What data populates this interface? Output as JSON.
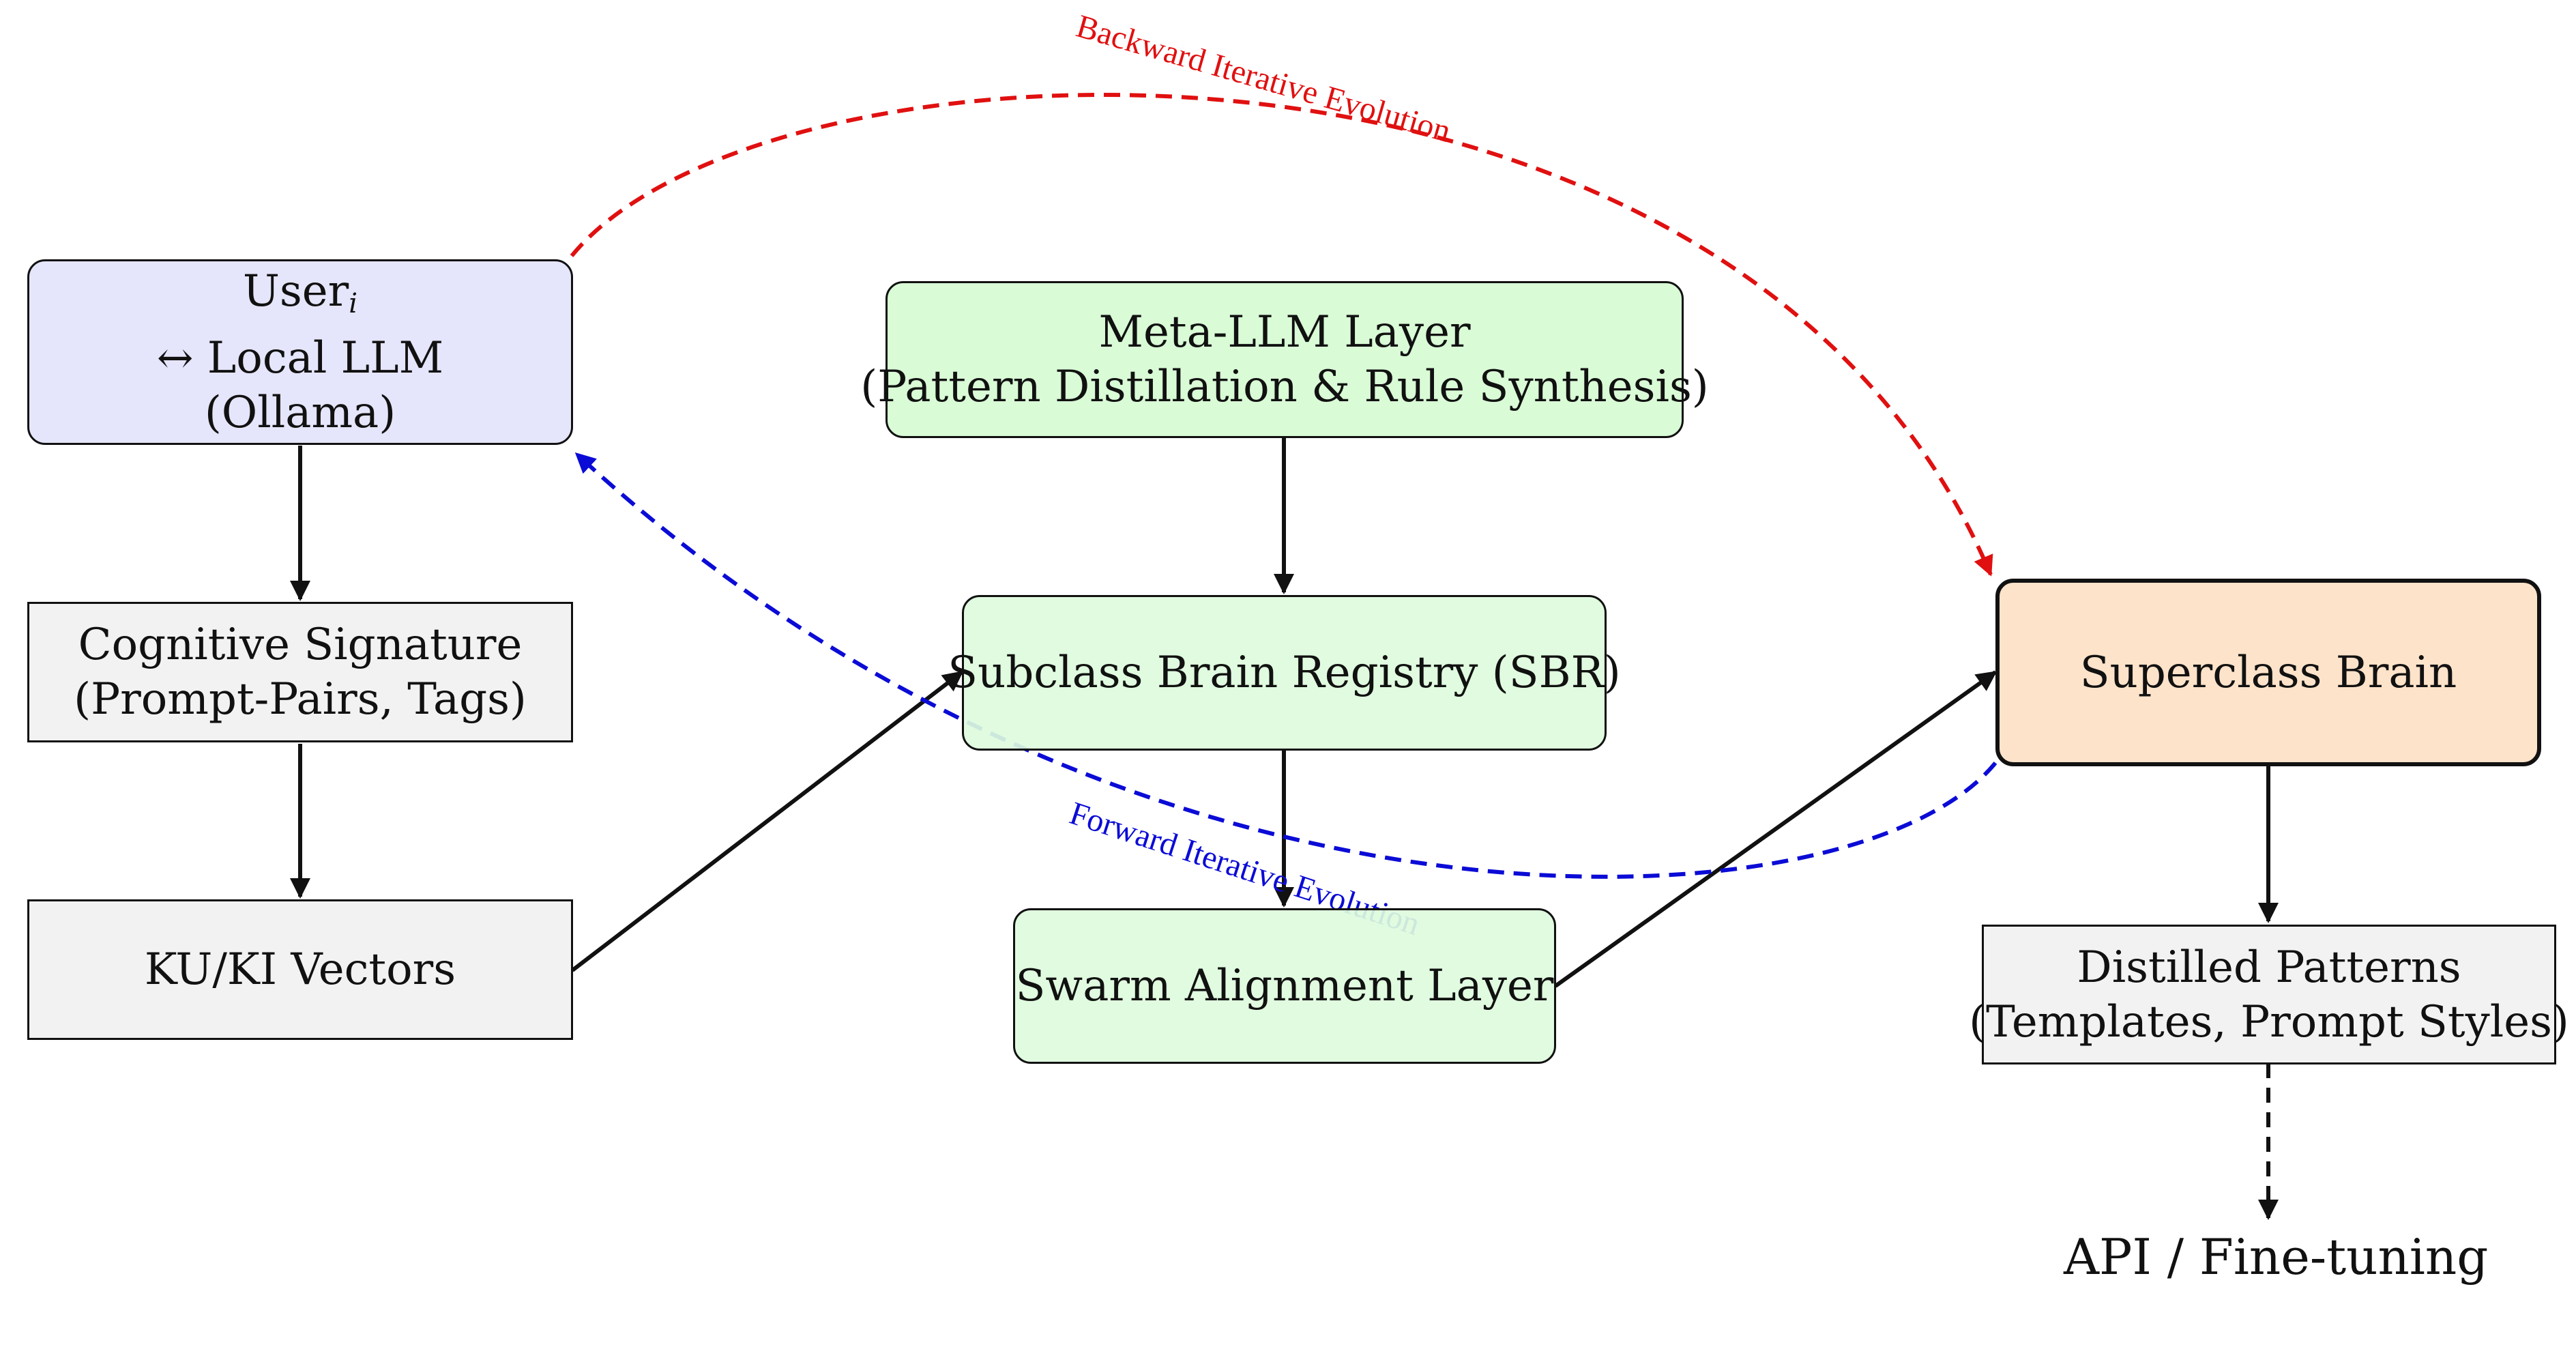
{
  "colors": {
    "user_fill": "#e5e5fb",
    "meta_fill": "#d9fbd6",
    "sbr_fill": "#ddfbdc",
    "swarm_fill": "#ddfbdc",
    "superclass_fill": "#fde3ca",
    "gray_fill": "#f2f2f2",
    "backward_color": "#e01010",
    "forward_color": "#0b0bd6"
  },
  "nodes": {
    "user": {
      "title": "User",
      "subscript": "i",
      "line2": "↔ Local LLM",
      "line3": "(Ollama)"
    },
    "signature": {
      "line1": "Cognitive Signature",
      "line2": "(Prompt-Pairs, Tags)"
    },
    "vectors": {
      "line1": "KU/KI Vectors"
    },
    "meta": {
      "line1": "Meta-LLM Layer",
      "line2": "(Pattern Distillation & Rule Synthesis)"
    },
    "sbr": {
      "line1": "Subclass Brain Registry (SBR)"
    },
    "swarm": {
      "line1": "Swarm Alignment Layer"
    },
    "superclass": {
      "line1": "Superclass Brain"
    },
    "distilled": {
      "line1": "Distilled Patterns",
      "line2": "(Templates, Prompt Styles)"
    },
    "api": {
      "line1": "API / Fine-tuning"
    }
  },
  "edges": {
    "backward_label": "Backward Iterative Evolution",
    "forward_label": "Forward Iterative Evolution"
  }
}
